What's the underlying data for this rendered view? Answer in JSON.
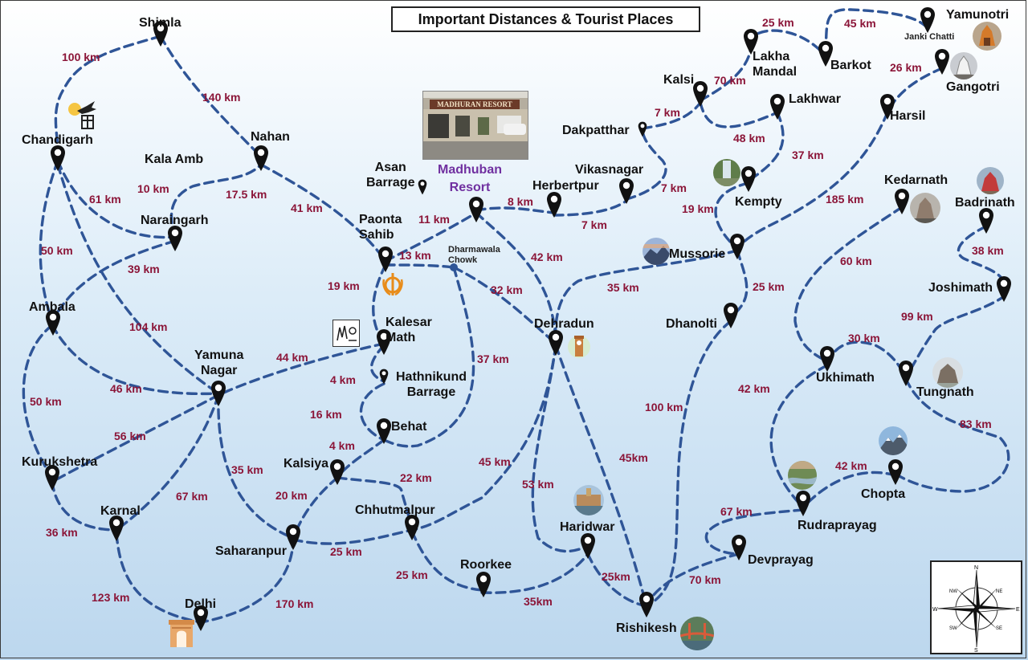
{
  "title": "Important Distances & Tourist Places",
  "resort": {
    "name": "Madhuban\nResort",
    "sign": "MADHURAN RESORT"
  },
  "places": {
    "shimla": "Shimla",
    "chandigarh": "Chandigarh",
    "kala_amb": "Kala Amb",
    "nahan": "Nahan",
    "naraingarh": "Naraingarh",
    "asan_barrage": "Asan\nBarrage",
    "paonta_sahib": "Paonta\nSahib",
    "dharmawala": "Dharmawala\nChowk",
    "herbertpur": "Herbertpur",
    "vikasnagar": "Vikasnagar",
    "dakpatthar": "Dakpatthar",
    "kalsi": "Kalsi",
    "lakha_mandal": "Lakha\nMandal",
    "barkot": "Barkot",
    "janki_chatti": "Janki Chatti",
    "yamunotri": "Yamunotri",
    "gangotri": "Gangotri",
    "harsil": "Harsil",
    "lakhwar": "Lakhwar",
    "kempty": "Kempty",
    "kedarnath": "Kedarnath",
    "badrinath": "Badrinath",
    "mussorie": "Mussorie",
    "joshimath": "Joshimath",
    "dhanolti": "Dhanolti",
    "dehradun": "Dehradun",
    "ambala": "Ambala",
    "kalesar_math": "Kalesar\nMath",
    "hathnikund": "Hathnikund\nBarrage",
    "yamuna_nagar": "Yamuna\nNagar",
    "behat": "Behat",
    "ukhimath": "Ukhimath",
    "tungnath": "Tungnath",
    "kurukshetra": "Kurukshetra",
    "kalsiya": "Kalsiya",
    "karnal": "Karnal",
    "chhutmalpur": "Chhutmalpur",
    "haridwar": "Haridwar",
    "chopta": "Chopta",
    "rudraprayag": "Rudraprayag",
    "saharanpur": "Saharanpur",
    "roorkee": "Roorkee",
    "devprayag": "Devprayag",
    "delhi": "Delhi",
    "rishikesh": "Rishikesh"
  },
  "distances": {
    "chd_shimla": "100 km",
    "shimla_nahan": "140 km",
    "chd_naraingarh": "61 km",
    "kalaamb_naraingarh": "10 km",
    "kalaamb_nahan": "17.5 km",
    "nahan_paonta": "41 km",
    "chd_ambala": "50 km",
    "naraingarh_ambala": "39 km",
    "paonta_kalesar": "19 km",
    "paonta_madhuban": "11 km",
    "paonta_dharmawala": "13 km",
    "madhuban_herbertpur": "8 km",
    "herbertpur_vikasnagar": "7 km",
    "vikasnagar_dakpatthar": "7 km",
    "dakpatthar_kalsi": "7 km",
    "kalsi_lakhamandal": "70 km",
    "lakhamandal_barkot": "25 km",
    "barkot_janki": "45 km",
    "gangotri_harsil": "26 km",
    "kalsi_lakhwar": "48 km",
    "lakhwar_kempty": "37 km",
    "harsil_mussorie": "185 km",
    "kempty_mussorie": "19 km",
    "madhuban_dehradun": "42 km",
    "dharmawala_dehradun": "32 km",
    "mussorie_dehradun": "35 km",
    "mussorie_dhanolti": "25 km",
    "dharmawala_behat": "37 km",
    "chd_yamunanagar": "104 km",
    "kalesar_yamunanagar": "44 km",
    "kalesar_hathnikund": "4 km",
    "ambala_yamunanagar": "46 km",
    "ambala_kurukshetra": "50 km",
    "hathnikund_behat": "16 km",
    "behat_kalsiya": "4 km",
    "yamunanagar_kurukshetra": "56 km",
    "yamunanagar_saharanpur": "35 km",
    "yamunanagar_karnal": "67 km",
    "kalsiya_saharanpur": "20 km",
    "kalsiya_chhutmalpur": "22 km",
    "dehradun_chhutmalpur": "45 km",
    "dehradun_haridwar": "53 km",
    "dehradun_rishikesh": "45km",
    "dhanolti_rishikesh": "100 km",
    "kedarnath_ukhimath": "60 km",
    "badrinath_joshimath": "38 km",
    "joshimath_tungnath": "99 km",
    "ukhimath_tungnath": "30 km",
    "ukhimath_rudraprayag": "42 km",
    "tungnath_chopta": "83 km",
    "chopta_rudraprayag": "42 km",
    "rudraprayag_devprayag": "67 km",
    "kurukshetra_karnal": "36 km",
    "saharanpur_chhutmalpur": "25 km",
    "chhutmalpur_roorkee": "25 km",
    "roorkee_haridwar": "35km",
    "haridwar_rishikesh": "25km",
    "devprayag_rishikesh": "70 km",
    "karnal_delhi": "123 km",
    "saharanpur_delhi": "170 km"
  },
  "compass": {
    "n": "N",
    "s": "S",
    "e": "E",
    "w": "W",
    "ne": "NE",
    "nw": "NW",
    "se": "SE",
    "sw": "SW"
  },
  "colors": {
    "route": "#2f5597",
    "distance": "#8b1538",
    "resort": "#7030a0",
    "place": "#111111"
  },
  "icons": [
    "map-pin-icon",
    "khanda-icon",
    "compass-rose-icon",
    "india-gate-icon",
    "temple-icon",
    "clock-tower-icon",
    "bird-logo-icon",
    "river-icon",
    "bridge-icon",
    "mountain-icon",
    "waterfall-icon"
  ]
}
